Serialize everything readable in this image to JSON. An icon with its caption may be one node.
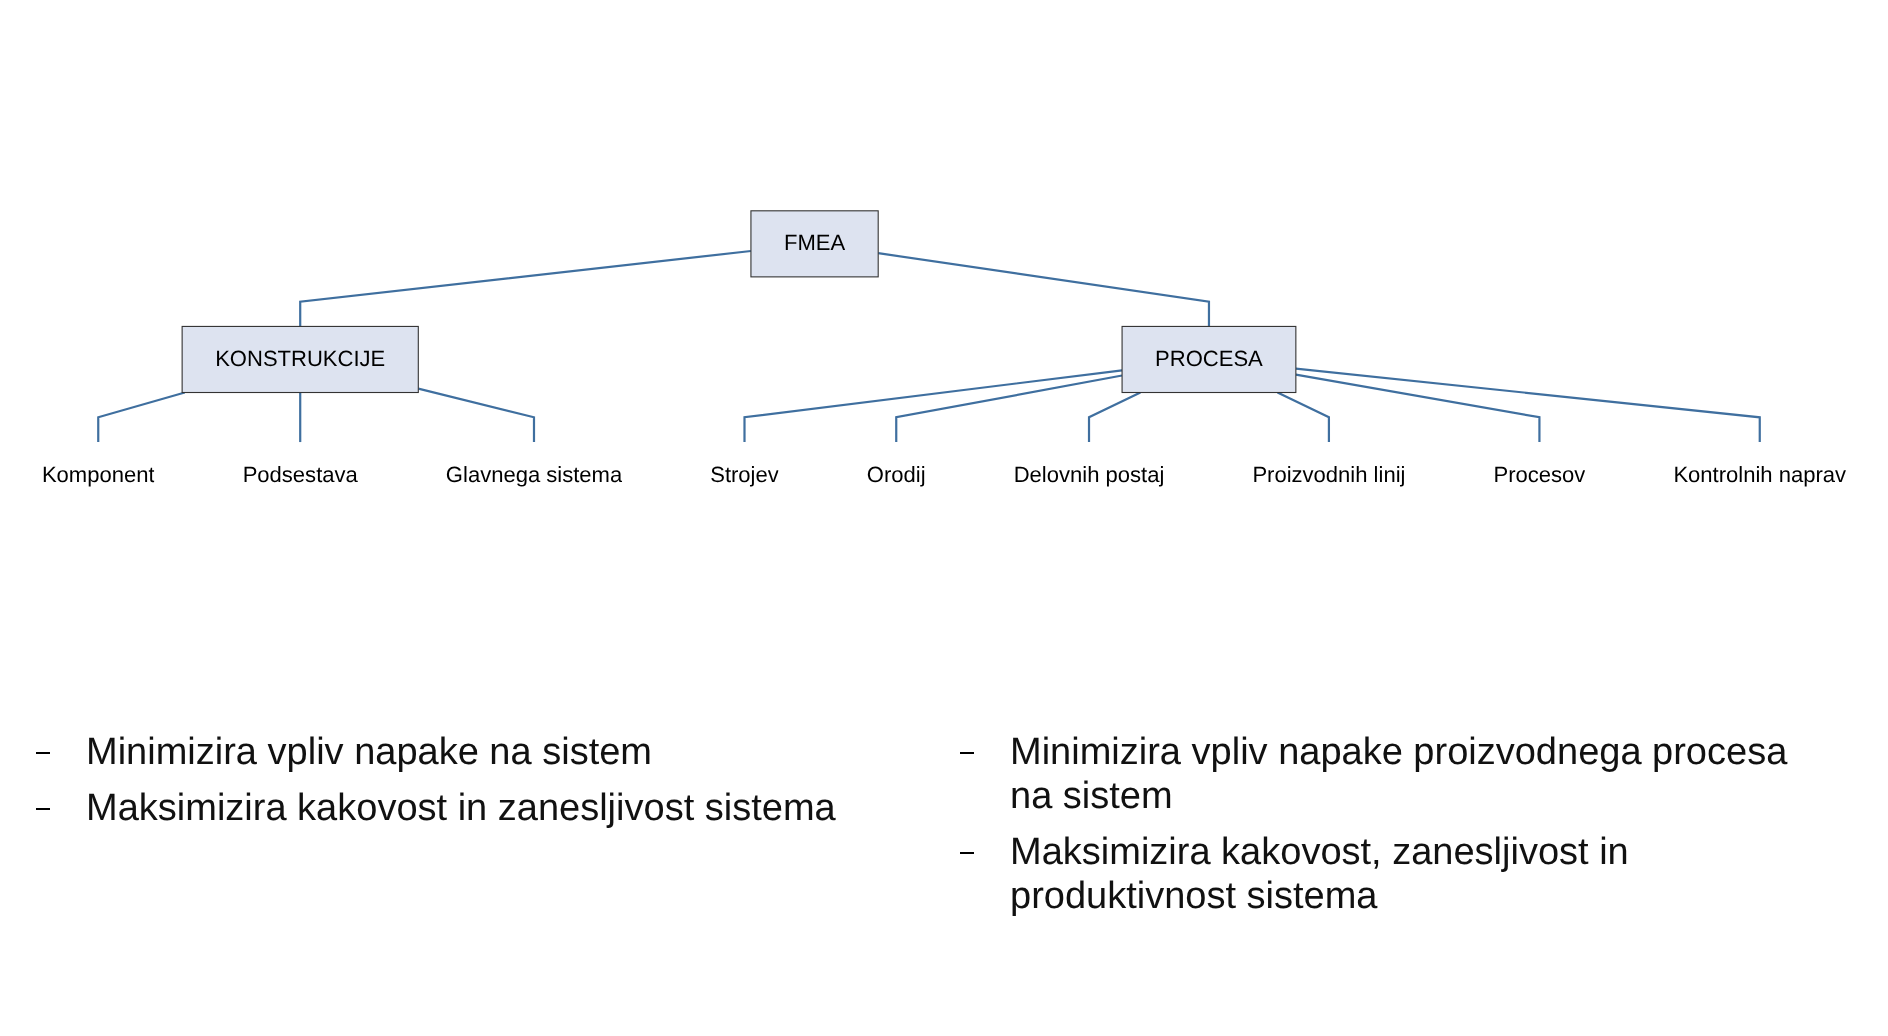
{
  "diagram": {
    "nodes": [
      {
        "text": [
          "FMEA"
        ]
      },
      {
        "text": [
          "KONSTRUKCIJE"
        ]
      },
      {
        "text": [
          "PROCESA"
        ]
      },
      {
        "text": [
          "Komponent"
        ]
      },
      {
        "text": [
          "Podsestava"
        ]
      },
      {
        "text": [
          "Strojev"
        ]
      },
      {
        "text": [
          "Orodij"
        ]
      },
      {
        "text": [
          "Glavnega sistema"
        ]
      },
      {
        "text": [
          "Delovnih postaj"
        ]
      },
      {
        "text": [
          "Proizvodnih linij"
        ]
      },
      {
        "text": [
          "Procesov"
        ]
      },
      {
        "text": [
          "Kontrolnih naprav"
        ]
      }
    ],
    "edges": [
      {
        "from": 0,
        "to": 1,
        "arrow": "none"
      },
      {
        "from": 0,
        "to": 2,
        "arrow": "none"
      },
      {
        "from": 1,
        "to": 3,
        "arrow": "none"
      },
      {
        "from": 1,
        "to": 4,
        "arrow": "none"
      },
      {
        "from": 1,
        "to": 7,
        "arrow": "none"
      },
      {
        "from": 2,
        "to": 5,
        "arrow": "none"
      },
      {
        "from": 2,
        "to": 6,
        "arrow": "none"
      },
      {
        "from": 2,
        "to": 8,
        "arrow": "none"
      },
      {
        "from": 2,
        "to": 9,
        "arrow": "none"
      },
      {
        "from": 2,
        "to": 10,
        "arrow": "none"
      },
      {
        "from": 2,
        "to": 11,
        "arrow": "none"
      }
    ],
    "labels": [
      "Minimizira vpliv napake na sistem",
      "Maksimizira kakovost in zanesljivost sistema",
      "Minimizira vpliv napake proizvodnega procesa na sistem",
      "Maksimizira kakovost, zanesljivost in produktivnost sistema"
    ]
  }
}
